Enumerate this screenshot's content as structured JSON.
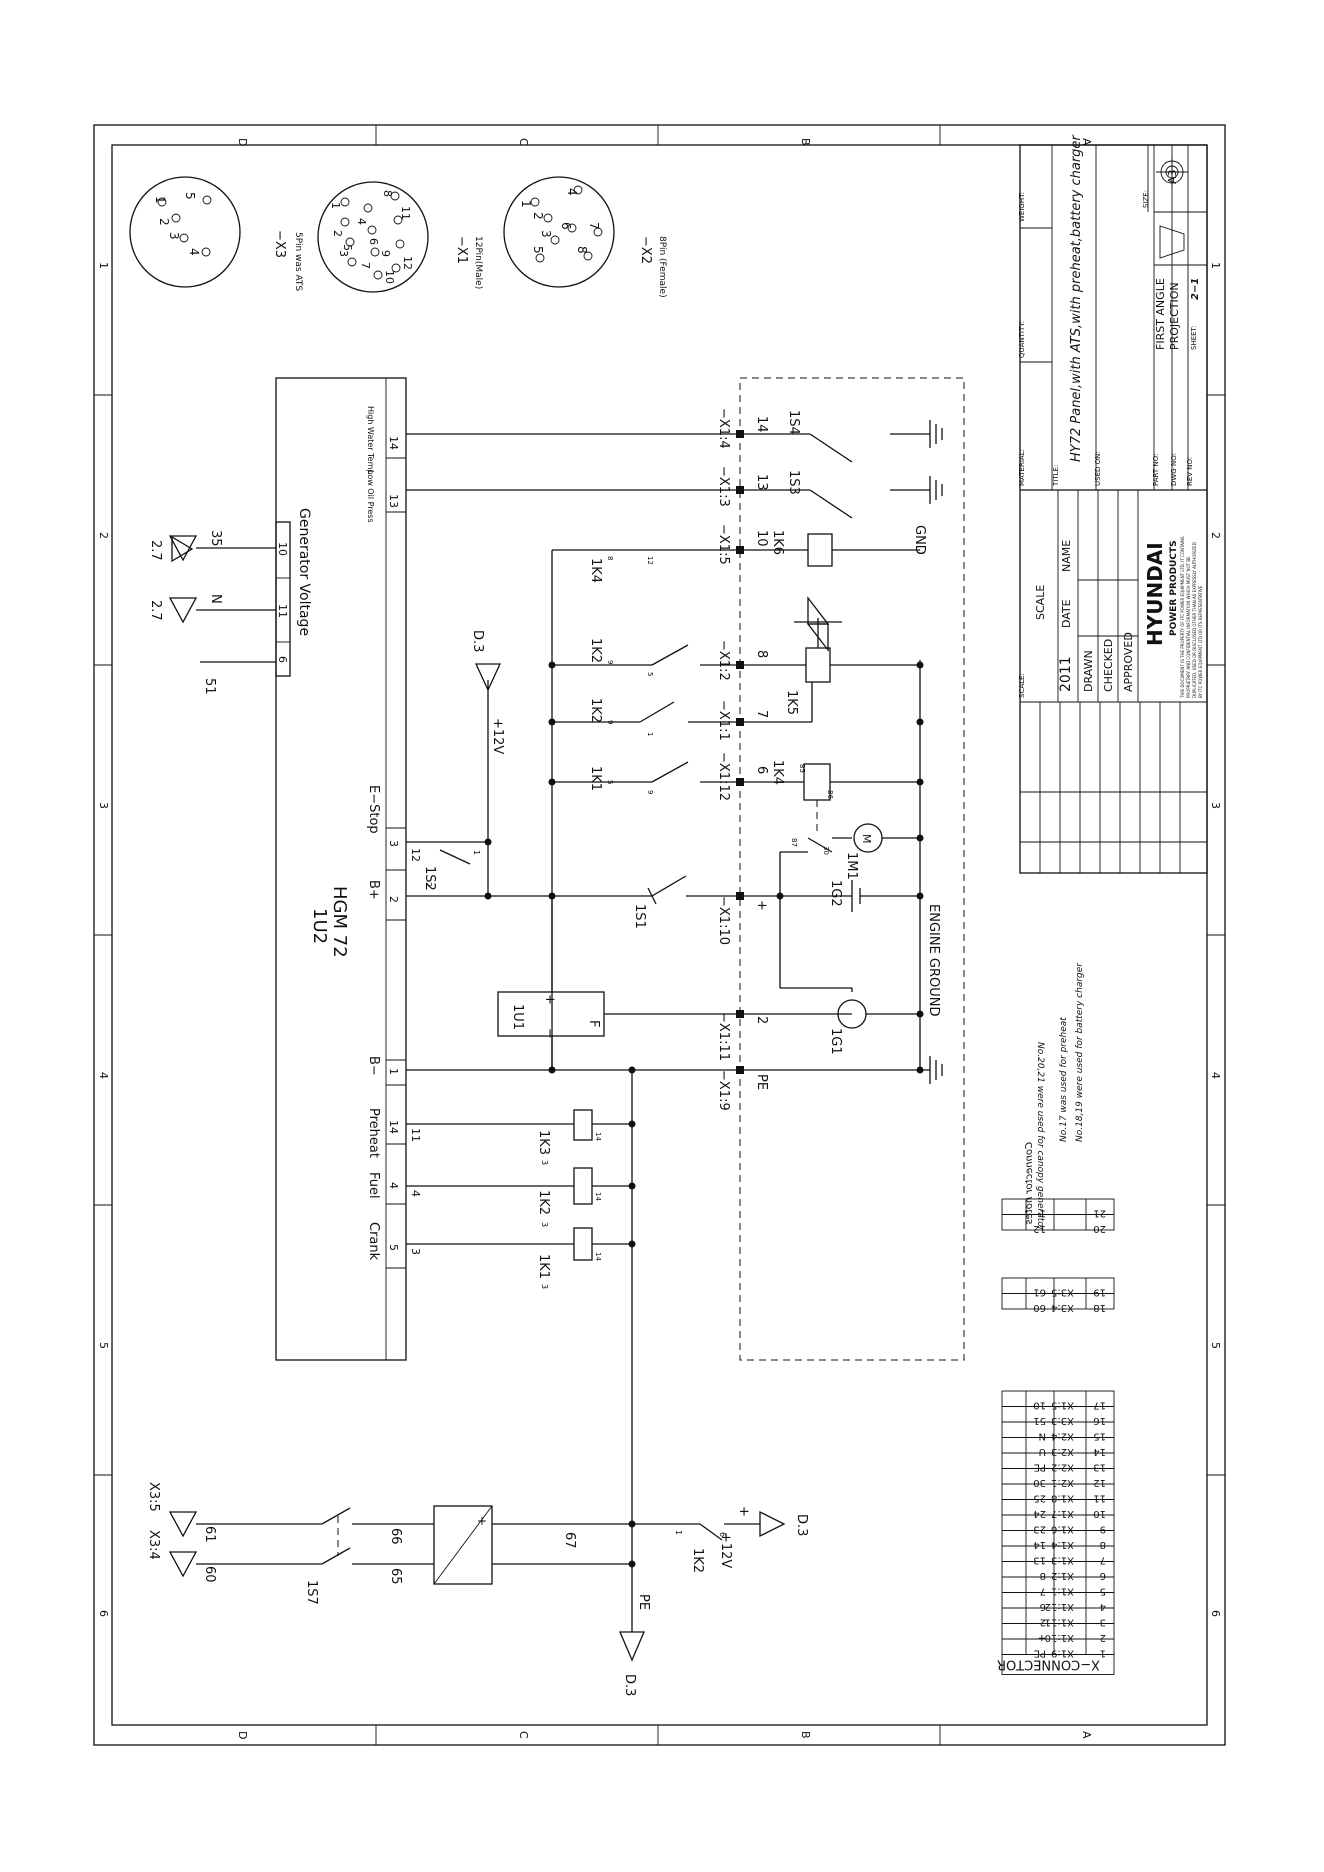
{
  "frame": {
    "zones_letters": [
      "D",
      "C",
      "B",
      "A"
    ],
    "zones_numbers": [
      "1",
      "2",
      "3",
      "4",
      "5",
      "6"
    ]
  },
  "connectors": {
    "x3": {
      "label": "−X3",
      "note": "5Pin was ATS",
      "pins": [
        "1",
        "2",
        "3",
        "4",
        "5"
      ]
    },
    "x1": {
      "label": "−X1",
      "note": "12Pin(Male)",
      "pins": [
        "1",
        "2",
        "3",
        "4",
        "5",
        "6",
        "7",
        "8",
        "9",
        "10",
        "11",
        "12"
      ]
    },
    "x2": {
      "label": "−X2",
      "note": "8Pin (Female)",
      "pins": [
        "1",
        "2",
        "3",
        "4",
        "5",
        "6",
        "7",
        "8"
      ]
    }
  },
  "controller": {
    "tag": "1U2",
    "model": "HGM 72",
    "gen_voltage_label": "Generator Voltage",
    "gen_pins": [
      "10",
      "11",
      "6"
    ],
    "gen_wires": [
      "35",
      "N",
      "51"
    ],
    "gen_refs": [
      "2.7",
      "2.7"
    ],
    "sensor_labels": [
      "High Water Temp",
      "Low Oil Press"
    ],
    "sensor_pins": [
      "14",
      "13"
    ],
    "estop": {
      "label": "E−Stop",
      "pin": "3"
    },
    "bplus": {
      "label": "B+",
      "pin": "2",
      "wire": "1"
    },
    "bminus": {
      "label": "B−",
      "pin": "1"
    },
    "preheat": {
      "label": "Preheat",
      "pin": "14",
      "wire": "11"
    },
    "fuel": {
      "label": "Fuel",
      "pin": "4",
      "wire": "4"
    },
    "crank": {
      "label": "Crank",
      "pin": "5",
      "wire": "3"
    }
  },
  "schematic": {
    "plus12v": "+12V",
    "d3": "D.3",
    "estop_switch": "1S2",
    "estop_nums": [
      "12",
      "2",
      "1"
    ],
    "charger": {
      "tag": "1U1",
      "plus": "+",
      "minus": "−",
      "f": "F"
    },
    "switch_1s1": "1S1",
    "battery": "1G2",
    "motor": "1M1",
    "motor_sym": "M",
    "alternator": "1G1",
    "engine_ground": "ENGINE GROUND",
    "gnd": "GND",
    "pe": "PE",
    "x_terms": [
      "−X1:4",
      "−X1:3",
      "−X1:5",
      "−X1:2",
      "−X1:1",
      "−X1:12",
      "−X1:10",
      "−X1:11",
      "−X1:9"
    ],
    "x_nums": [
      "14",
      "13",
      "10",
      "8",
      "7",
      "6",
      "+",
      "2",
      "PE"
    ],
    "devices": [
      "1S4",
      "1S3",
      "1K6",
      "1K5",
      "1K4"
    ],
    "relays": [
      "1K4",
      "1K2",
      "1K2",
      "1K1"
    ],
    "relay_nums": [
      "8",
      "12",
      "9",
      "5",
      "9",
      "1",
      "5",
      "9"
    ],
    "k4_nums": [
      "85",
      "86",
      "87",
      "30"
    ],
    "coils": [
      "1K3",
      "1K2",
      "1K1"
    ],
    "coil_nums": [
      "3",
      "3",
      "3",
      "14",
      "14",
      "14"
    ]
  },
  "bottom": {
    "x34": "X3:4",
    "x35": "X3:5",
    "w60": "60",
    "w61": "61",
    "switch": "1S7",
    "w65": "65",
    "w66": "66",
    "w67": "67",
    "pe": "PE",
    "d3": "D.3",
    "relay": "1K2",
    "plus12v": "+12V",
    "plus": "+",
    "relay_n": [
      "1",
      "6"
    ]
  },
  "notes": {
    "title": "Connector notes",
    "lines": [
      "No.20,21 were used for canopy generator",
      "No.17 was used for preheat",
      "No.18,19 were used for battery charger"
    ]
  },
  "titleblock": {
    "scale_label": "SCALE:",
    "scale": "SCALE",
    "year": "2011",
    "date": "DATE",
    "name": "NAME",
    "drawn": "DRAWN",
    "checked": "CHECKED",
    "approved": "APPROVED",
    "brand": "HYUNDAI",
    "brand_sub": "POWER PRODUCTS",
    "legal": [
      "THIS DOCUMENT IS THE PROPERTY OF ITC POWER EQUIPMENT LTD. IT CONTAINS",
      "PROPRIETARY AND CONFIDENTIAL INFORMATION WHICH MUST NOT BE",
      "DUPLICATED, USED OR DISCLOSED OTHER THAN AS EXPRESSLY AUTHORIZED",
      "BY ITC POWER EQUIPMENT LTD OR ITS REPRESENTATIVE"
    ],
    "material": "MATERIAL:",
    "quantity": "QUANTITY:",
    "weight": "WEIGHT:",
    "title_label": "TITLE:",
    "title": "HY72 Panel,with ATS,with preheat,battery charger",
    "used_on": "USED ON:",
    "part_no": "PART NO:",
    "dwg_no": "DWG NO:",
    "rev_no": "REV NO:",
    "projection1": "FIRST ANGLE",
    "projection2": "PROJECTION",
    "sheet_label": "SHEET:",
    "sheet": "2−1",
    "size_label": "SIZE:",
    "size": "A3"
  },
  "xconnector": {
    "title": "X−CONNECTOR",
    "rows": [
      [
        "1",
        "X1:9",
        "PE"
      ],
      [
        "2",
        "X1:10",
        "+"
      ],
      [
        "3",
        "X1:11",
        "2"
      ],
      [
        "4",
        "X1:12",
        "6"
      ],
      [
        "5",
        "X1:1",
        "7"
      ],
      [
        "6",
        "X1:2",
        "8"
      ],
      [
        "7",
        "X1:3",
        "13"
      ],
      [
        "8",
        "X1:4",
        "14"
      ],
      [
        "9",
        "X1:6",
        "23"
      ],
      [
        "10",
        "X1:7",
        "24"
      ],
      [
        "11",
        "X1:8",
        "25"
      ],
      [
        "12",
        "X2:1",
        "30"
      ],
      [
        "13",
        "X2:2",
        "PE"
      ],
      [
        "14",
        "X2:3",
        "U"
      ],
      [
        "15",
        "X2:4",
        "N"
      ],
      [
        "16",
        "X3:3",
        "51"
      ],
      [
        "17",
        "X1:5",
        "10"
      ]
    ],
    "extra1": [
      [
        "18",
        "X3:4",
        "60"
      ],
      [
        "19",
        "X3:5",
        "61"
      ]
    ],
    "extra2": [
      [
        "20",
        "",
        "12"
      ],
      [
        "21",
        "",
        "1"
      ]
    ]
  }
}
